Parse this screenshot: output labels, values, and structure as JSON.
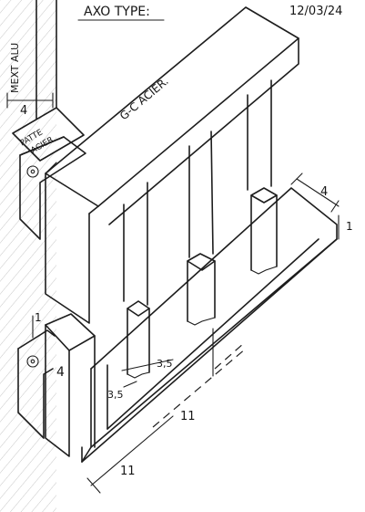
{
  "title": "AXO TYPE:",
  "date": "12/03/24",
  "labels": {
    "wall": "MEXT ALU",
    "bracket_line1": "PATTE",
    "bracket_line2": "ACIER",
    "handrail": "G-C ACIER.",
    "dim_bracket_width": "4",
    "dim_rail_width": "4",
    "dim_rail_thickness": "1",
    "dim_post_thickness": "1",
    "dim_post_side": "4",
    "dim_post_a": "3,5",
    "dim_post_b": "3,5",
    "dim_spacing": "11",
    "dim_end": "11"
  }
}
